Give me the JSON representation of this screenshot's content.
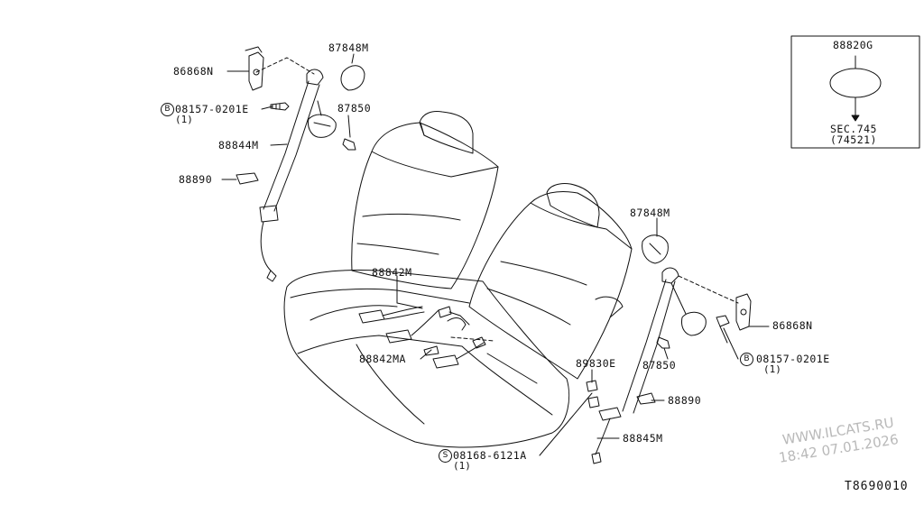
{
  "parts": {
    "p86868n_left": "86868N",
    "p08157_left": "08157-0201E",
    "p08157_left_qty": "(1)",
    "p87848m_left": "87848M",
    "p87850_left": "87850",
    "p88844m": "88844M",
    "p88890_left": "88890",
    "p88842m": "88842M",
    "p88842ma": "88842MA",
    "p87848m_right": "87848M",
    "p86868n_right": "86868N",
    "p08157_right": "08157-0201E",
    "p08157_right_qty": "(1)",
    "p87850_right": "87850",
    "p89830e": "89830E",
    "p88890_right": "88890",
    "p88845m": "88845M",
    "p08168": "08168-6121A",
    "p08168_qty": "(1)"
  },
  "symbols": {
    "bolt_b": "B",
    "screw_s": "S"
  },
  "inset": {
    "part": "88820G",
    "ref": "SEC.745",
    "ref_num": "(74521)"
  },
  "watermark": {
    "site": "WWW.ILCATS.RU",
    "stamp": "18:42 07.01.2026"
  },
  "diagram_code": "T8690010"
}
